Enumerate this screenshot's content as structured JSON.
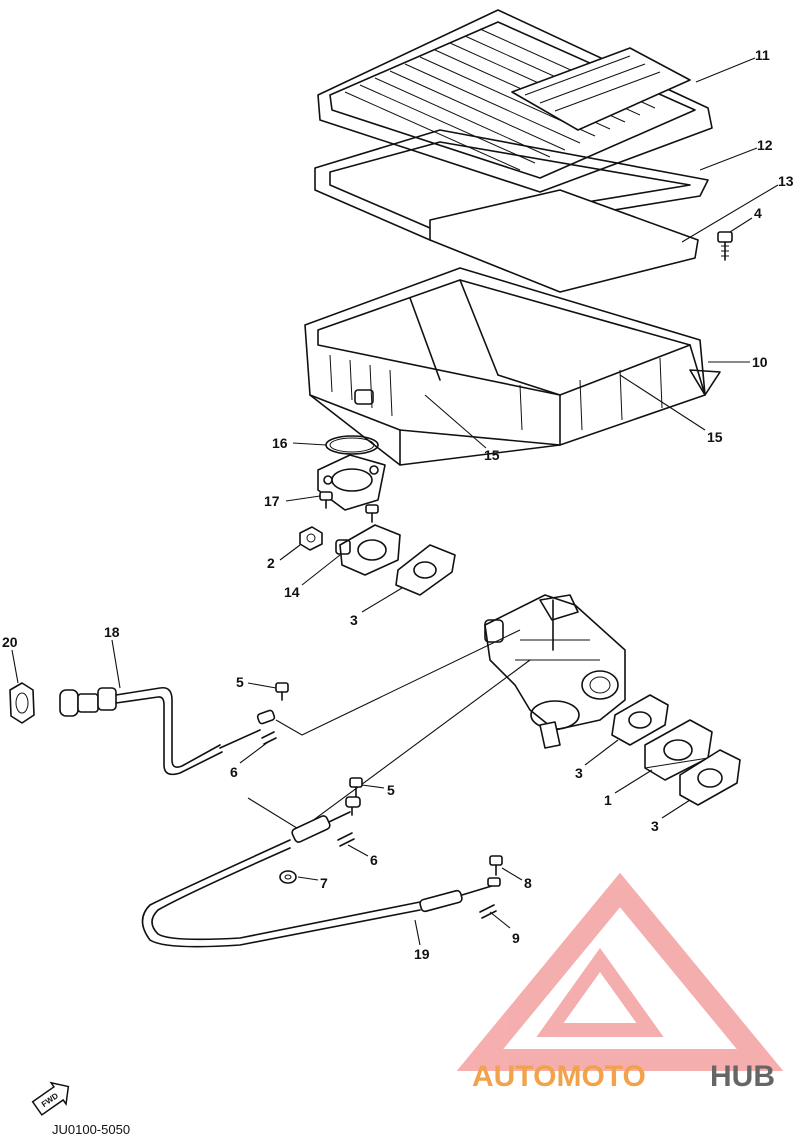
{
  "diagram": {
    "callouts": [
      {
        "id": "c11",
        "label": "11"
      },
      {
        "id": "c12",
        "label": "12"
      },
      {
        "id": "c13",
        "label": "13"
      },
      {
        "id": "c4",
        "label": "4"
      },
      {
        "id": "c10",
        "label": "10"
      },
      {
        "id": "c15a",
        "label": "15"
      },
      {
        "id": "c15b",
        "label": "15"
      },
      {
        "id": "c16",
        "label": "16"
      },
      {
        "id": "c17",
        "label": "17"
      },
      {
        "id": "c2",
        "label": "2"
      },
      {
        "id": "c14",
        "label": "14"
      },
      {
        "id": "c3a",
        "label": "3"
      },
      {
        "id": "c20",
        "label": "20"
      },
      {
        "id": "c18",
        "label": "18"
      },
      {
        "id": "c5a",
        "label": "5"
      },
      {
        "id": "c6a",
        "label": "6"
      },
      {
        "id": "c3b",
        "label": "3"
      },
      {
        "id": "c1",
        "label": "1"
      },
      {
        "id": "c3c",
        "label": "3"
      },
      {
        "id": "c5b",
        "label": "5"
      },
      {
        "id": "c6b",
        "label": "6"
      },
      {
        "id": "c7",
        "label": "7"
      },
      {
        "id": "c8",
        "label": "8"
      },
      {
        "id": "c9",
        "label": "9"
      },
      {
        "id": "c19",
        "label": "19"
      }
    ],
    "fwd_label": "FWD",
    "doc_code": "JU0100-5050"
  },
  "watermark": {
    "part1": "AUTOMOTO",
    "part2": "HUB",
    "color_primary": "#f2a24a",
    "color_secondary": "#666666",
    "logo_color": "#f4a0a0"
  }
}
